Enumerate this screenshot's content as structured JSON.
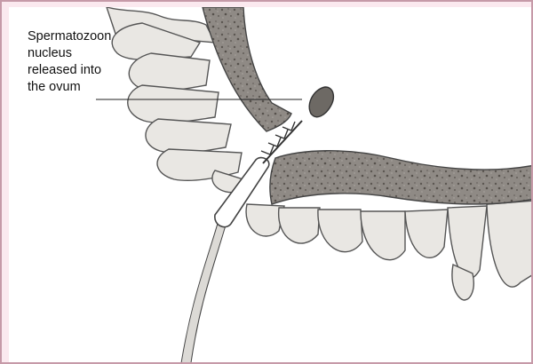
{
  "annotation": {
    "lines": [
      "Spermatozoon",
      "nucleus",
      "released into",
      "the ovum"
    ]
  }
}
